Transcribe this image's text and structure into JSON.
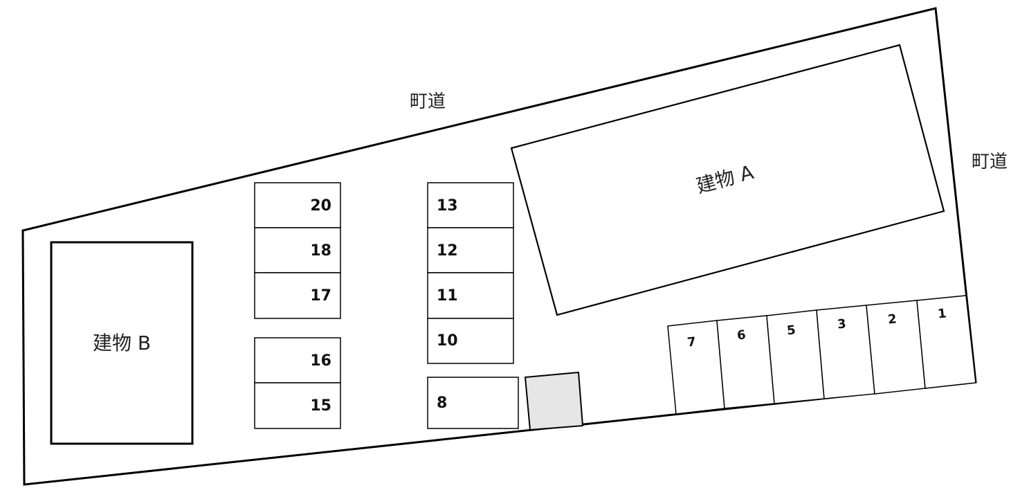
{
  "roads": {
    "top": "町道",
    "right": "町道"
  },
  "buildings": {
    "a": "建物 A",
    "b": "建物 B"
  },
  "parking": {
    "left_column": [
      "20",
      "18",
      "17",
      "16",
      "15"
    ],
    "middle_column": [
      "13",
      "12",
      "11",
      "10",
      "8"
    ],
    "bottom_row": [
      "7",
      "6",
      "5",
      "3",
      "2",
      "1"
    ]
  },
  "colors": {
    "line": "#000000",
    "shaded_area": "#e6e6e6",
    "background": "#ffffff"
  }
}
